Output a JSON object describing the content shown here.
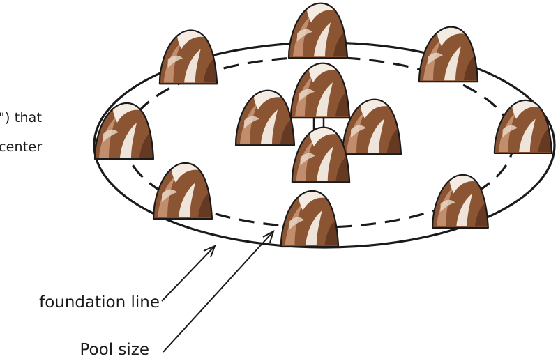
{
  "labels": {
    "cut_off_text_line_1": "\") that",
    "cut_off_text_line_2": "center",
    "foundation_line": "foundation line",
    "pool_size": "Pool size"
  },
  "colors": {
    "line": "#1a1a1a",
    "stone_dark": "#7a4a2c",
    "stone_mid": "#a86f47",
    "stone_light": "#d4ad8b",
    "stone_highlight": "#f5efe8"
  },
  "icons": {
    "stone": "brown-white-marbled-rock",
    "pointer": "arrow-line"
  }
}
